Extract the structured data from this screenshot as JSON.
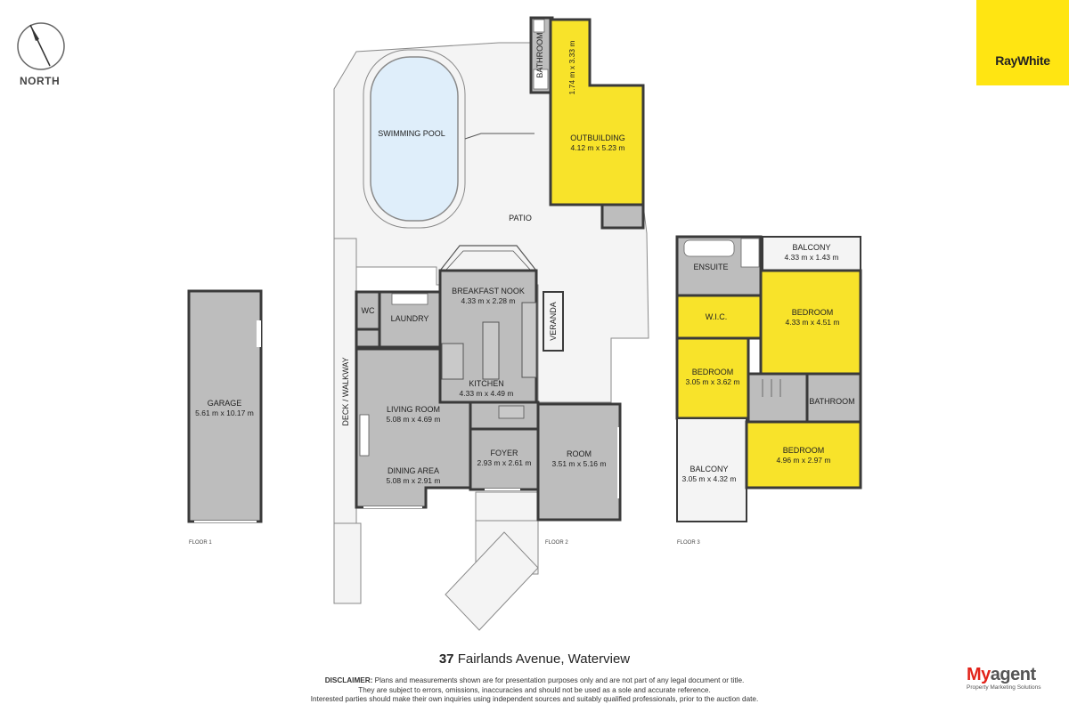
{
  "compass": {
    "label": "NORTH",
    "icon": "north-arrow-icon"
  },
  "logo_raywhite": "RayWhite",
  "address": {
    "number": "37",
    "street": "Fairlands Avenue, Waterview"
  },
  "disclaimer": {
    "lead": "DISCLAIMER:",
    "line1": "Plans and measurements shown are for presentation purposes only and are not part of any legal document or title.",
    "line2": "They are subject to errors, omissions, inaccuracies and should not be used as a sole and accurate reference.",
    "line3": "Interested parties should make their own inquiries using independent sources and suitably qualified professionals, prior to the auction date."
  },
  "logo_myagent": {
    "my": "My",
    "agent": "agent",
    "sub": "Property Marketing Solutions"
  },
  "floors": {
    "f1": "FLOOR 1",
    "f2": "FLOOR 2",
    "f3": "FLOOR 3"
  },
  "rooms": {
    "garage": {
      "name": "GARAGE",
      "dim": "5.61 m x 10.17 m"
    },
    "pool": {
      "name": "SWIMMING POOL"
    },
    "patio": {
      "name": "PATIO"
    },
    "outbuilding": {
      "name": "OUTBUILDING",
      "dim": "4.12 m x 5.23 m"
    },
    "bathroom_out": {
      "name": "BATHROOM",
      "dim": "1.74 m x 3.33 m"
    },
    "breakfast": {
      "name": "BREAKFAST NOOK",
      "dim": "4.33 m x 2.28 m"
    },
    "veranda": {
      "name": "VERANDA"
    },
    "wc": {
      "name": "WC"
    },
    "laundry": {
      "name": "LAUNDRY"
    },
    "deck": {
      "name": "DECK / WALKWAY"
    },
    "kitchen": {
      "name": "KITCHEN",
      "dim": "4.33 m x 4.49 m"
    },
    "living": {
      "name": "LIVING ROOM",
      "dim": "5.08 m x 4.69 m"
    },
    "dining": {
      "name": "DINING AREA",
      "dim": "5.08 m x 2.91 m"
    },
    "foyer": {
      "name": "FOYER",
      "dim": "2.93 m x 2.61 m"
    },
    "room": {
      "name": "ROOM",
      "dim": "3.51 m x 5.16 m"
    },
    "ensuite": {
      "name": "ENSUITE"
    },
    "balcony_top": {
      "name": "BALCONY",
      "dim": "4.33 m x 1.43 m"
    },
    "wic": {
      "name": "W.I.C."
    },
    "bedroom_main": {
      "name": "BEDROOM",
      "dim": "4.33 m x 4.51 m"
    },
    "bedroom_left": {
      "name": "BEDROOM",
      "dim": "3.05 m x 3.62 m"
    },
    "bathroom_up": {
      "name": "BATHROOM"
    },
    "balcony_bottom": {
      "name": "BALCONY",
      "dim": "3.05 m x 4.32 m"
    },
    "bedroom_bottom": {
      "name": "BEDROOM",
      "dim": "4.96 m x 2.97 m"
    }
  },
  "colors": {
    "highlight": "#f8e32a",
    "interior": "#bdbdbd",
    "outdoor": "#f4f4f4",
    "pool": "#dfeefa",
    "brand_yellow": "#ffe512",
    "brand_red": "#e2231a"
  }
}
